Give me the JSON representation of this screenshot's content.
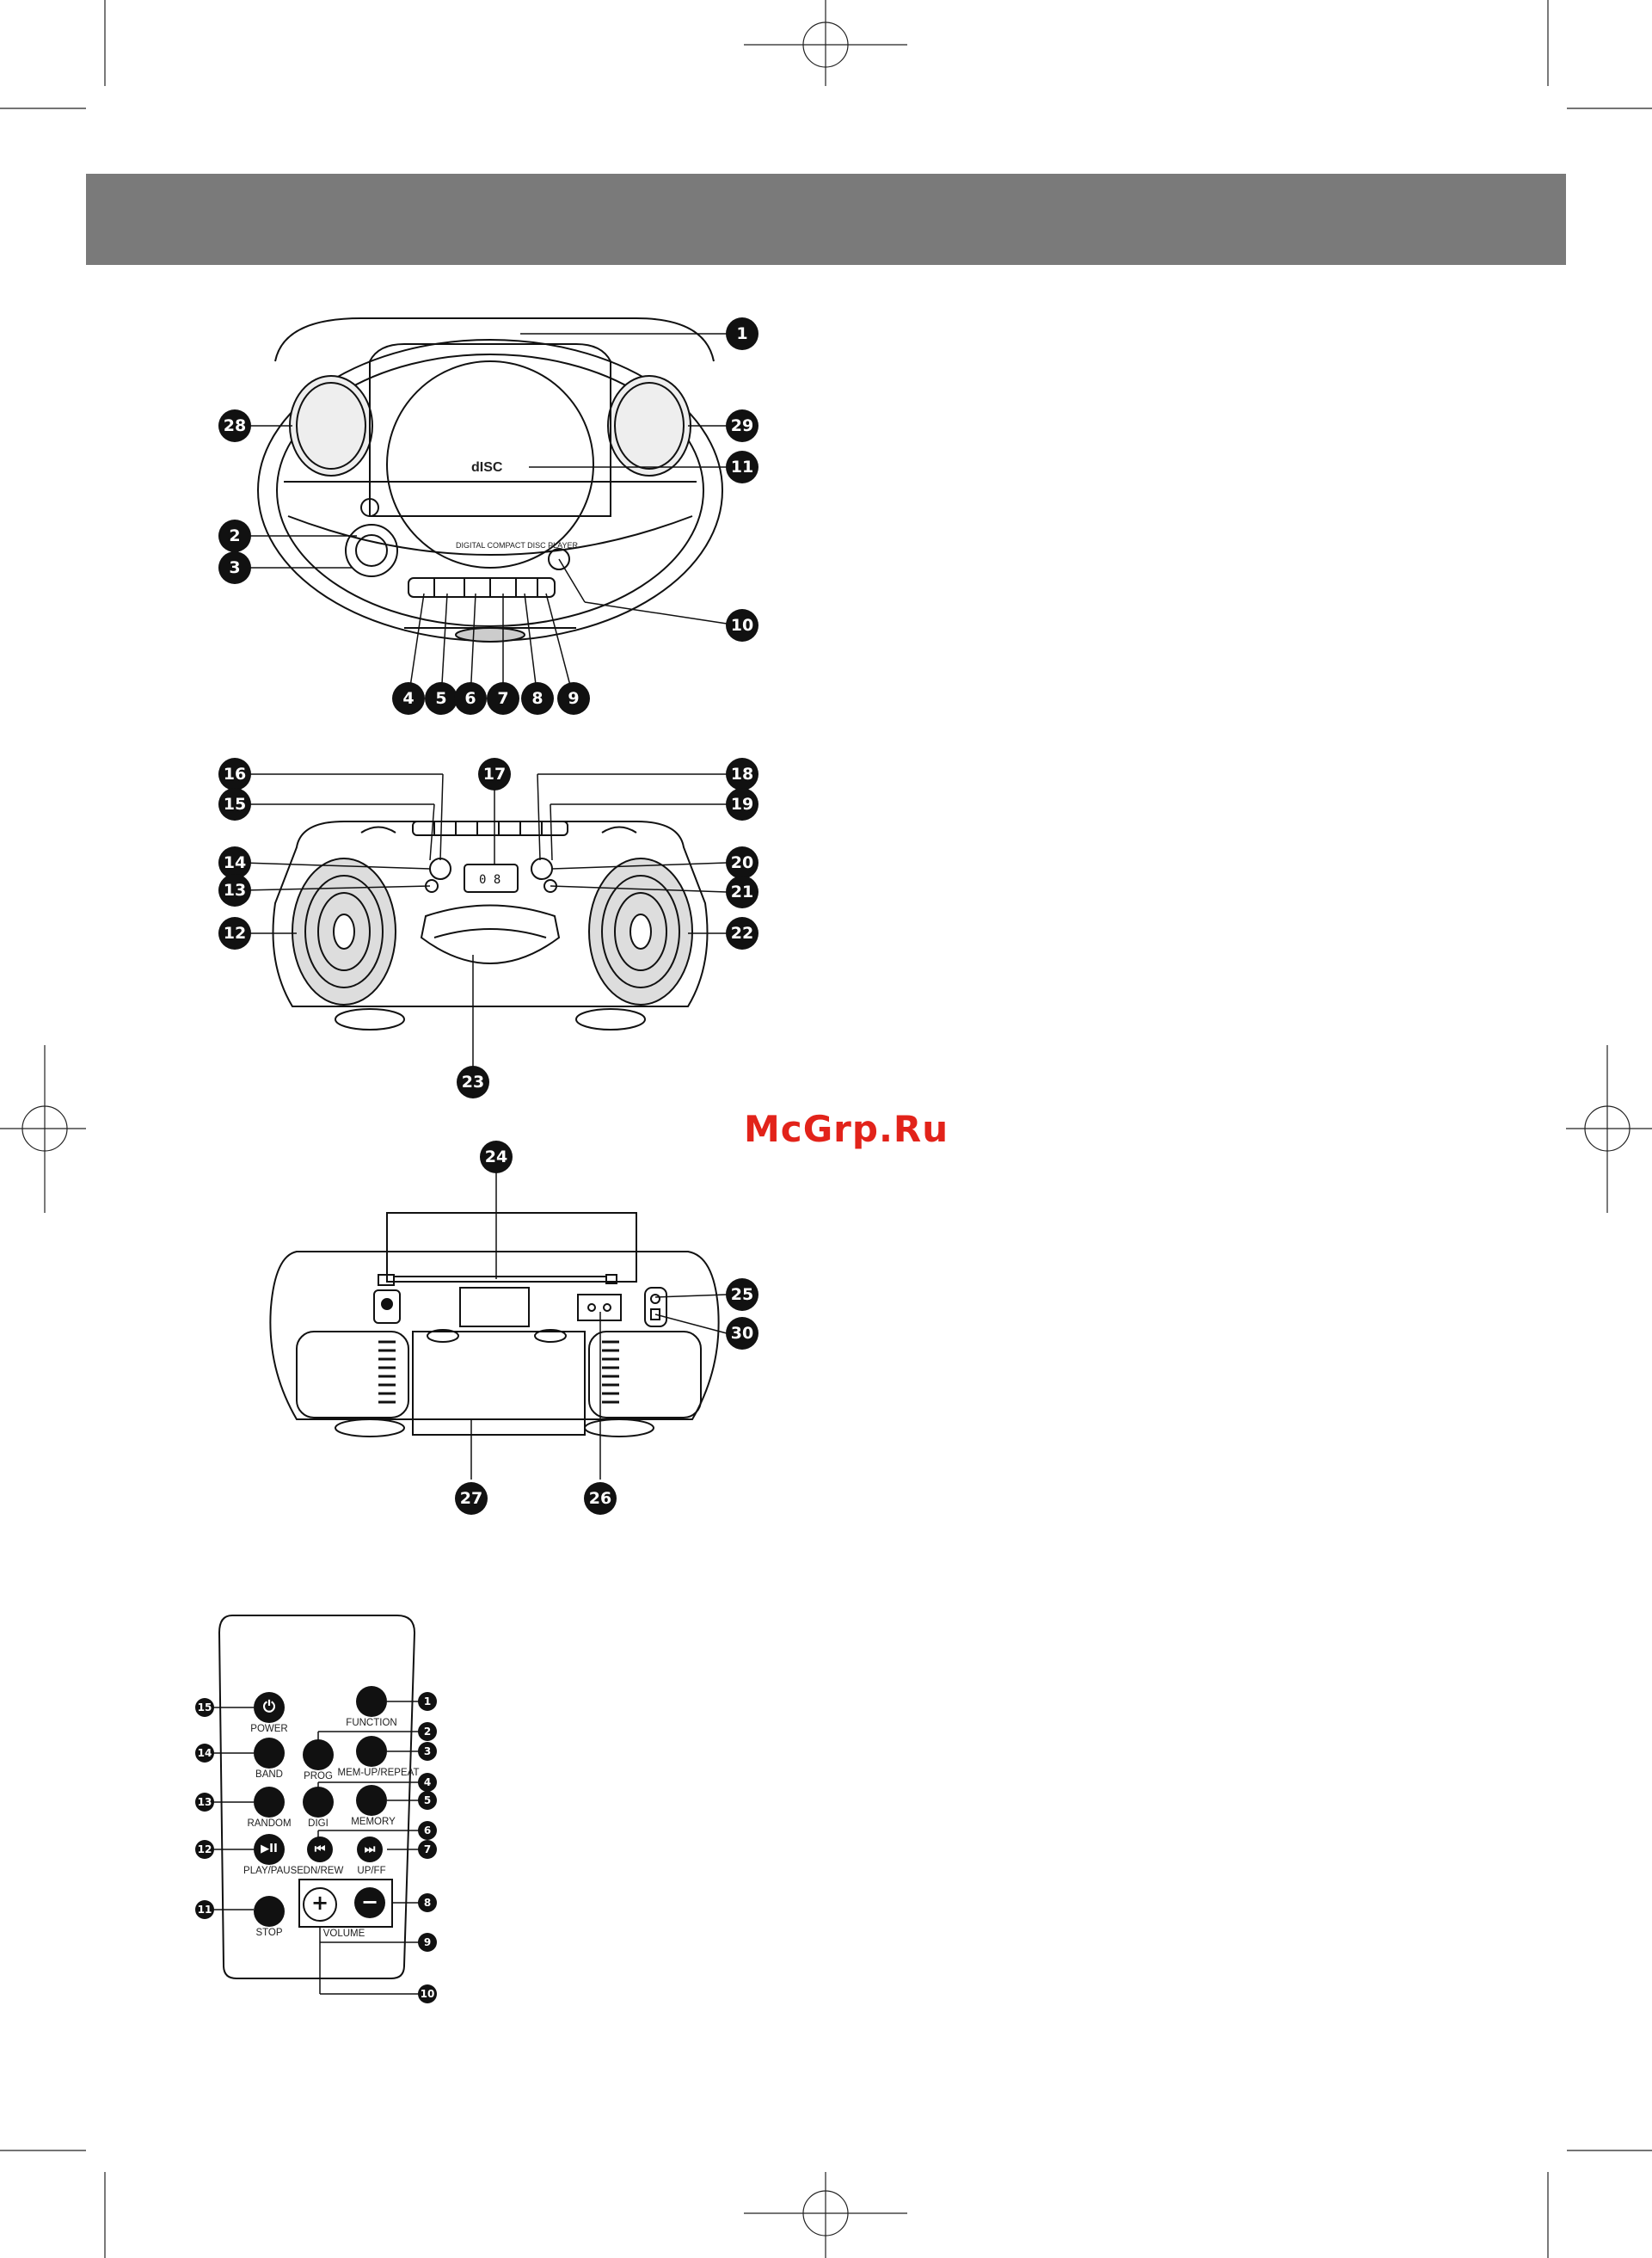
{
  "watermark": "McGrp.Ru",
  "diagrams": {
    "top_view": {
      "callouts": [
        "1",
        "28",
        "29",
        "11",
        "2",
        "3",
        "10",
        "4",
        "5",
        "6",
        "7",
        "8",
        "9"
      ]
    },
    "front_view": {
      "callouts": [
        "16",
        "17",
        "18",
        "15",
        "19",
        "14",
        "20",
        "13",
        "21",
        "12",
        "22",
        "23"
      ]
    },
    "back_view": {
      "callouts": [
        "24",
        "25",
        "30",
        "27",
        "26"
      ]
    }
  },
  "remote": {
    "buttons": [
      {
        "id": "power",
        "label": "POWER",
        "callout": "15",
        "glyph": "⏻"
      },
      {
        "id": "function",
        "label": "FUNCTION",
        "callout": "1",
        "glyph": ""
      },
      {
        "id": "band",
        "label": "BAND",
        "callout": "14",
        "glyph": ""
      },
      {
        "id": "prog",
        "label": "PROG",
        "callout": "2",
        "glyph": ""
      },
      {
        "id": "mem_up_repeat",
        "label": "MEM-UP/REPEAT",
        "callout": "3",
        "glyph": ""
      },
      {
        "id": "random",
        "label": "RANDOM",
        "callout": "13",
        "glyph": ""
      },
      {
        "id": "digi",
        "label": "DIGI",
        "callout": "4",
        "glyph": ""
      },
      {
        "id": "memory",
        "label": "MEMORY",
        "callout": "5",
        "glyph": ""
      },
      {
        "id": "play_pause",
        "label": "PLAY/PAUSE",
        "callout": "12",
        "glyph": "▶II"
      },
      {
        "id": "dn_rew",
        "label": "DN/REW",
        "callout": "6",
        "glyph": "⏮"
      },
      {
        "id": "up_ff",
        "label": "UP/FF",
        "callout": "7",
        "glyph": "⏭"
      },
      {
        "id": "stop",
        "label": "STOP",
        "callout": "11",
        "glyph": ""
      },
      {
        "id": "vol_plus",
        "label": "",
        "callout": "9",
        "glyph": "+"
      },
      {
        "id": "vol_minus",
        "label": "",
        "callout": "8",
        "glyph": "−"
      }
    ],
    "volume_label": "VOLUME",
    "extra_callout": "10"
  }
}
